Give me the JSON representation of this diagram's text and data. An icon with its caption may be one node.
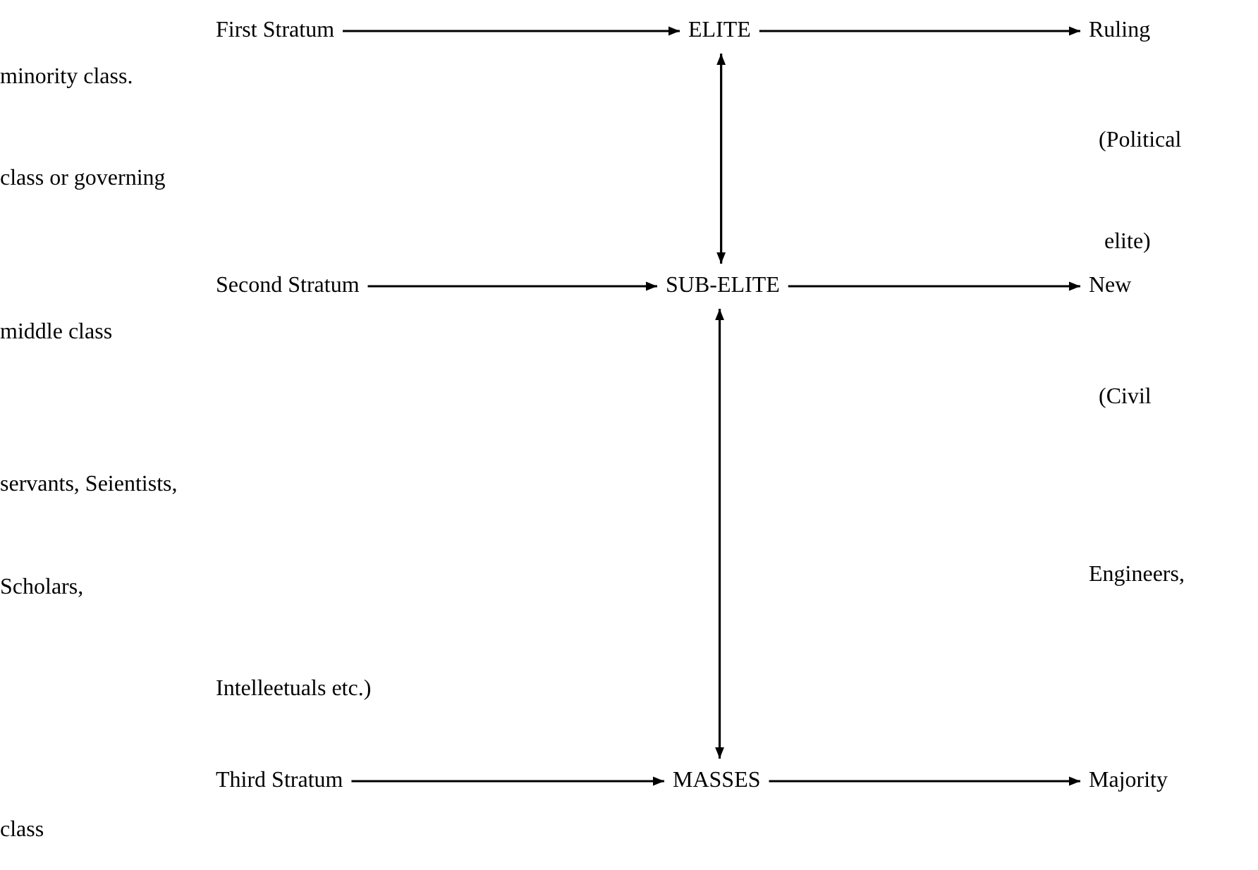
{
  "diagram": {
    "nodes": [
      {
        "text": [
          "First Stratum"
        ]
      },
      {
        "text": [
          "ELITE"
        ]
      },
      {
        "text": [
          "Ruling"
        ]
      },
      {
        "text": [
          "Second Stratum"
        ]
      },
      {
        "text": [
          "SUB-ELITE"
        ]
      },
      {
        "text": [
          "New"
        ]
      },
      {
        "text": [
          "Third Stratum"
        ]
      },
      {
        "text": [
          "MASSES"
        ]
      },
      {
        "text": [
          "Majority"
        ]
      }
    ],
    "edges": [
      {
        "from": 0,
        "to": 1,
        "arrow": "to"
      },
      {
        "from": 1,
        "to": 2,
        "arrow": "to"
      },
      {
        "from": 1,
        "to": 4,
        "arrow": "both"
      },
      {
        "from": 3,
        "to": 4,
        "arrow": "to"
      },
      {
        "from": 4,
        "to": 5,
        "arrow": "to"
      },
      {
        "from": 4,
        "to": 7,
        "arrow": "both"
      },
      {
        "from": 6,
        "to": 7,
        "arrow": "to"
      },
      {
        "from": 7,
        "to": 8,
        "arrow": "to"
      }
    ],
    "labels": [
      "minority class.",
      "(Political",
      "class or governing",
      "elite)",
      "middle class",
      "(Civil",
      "servants, Seientists,",
      "Engineers,",
      "Scholars,",
      "Intelleetuals etc.)",
      "class"
    ]
  }
}
